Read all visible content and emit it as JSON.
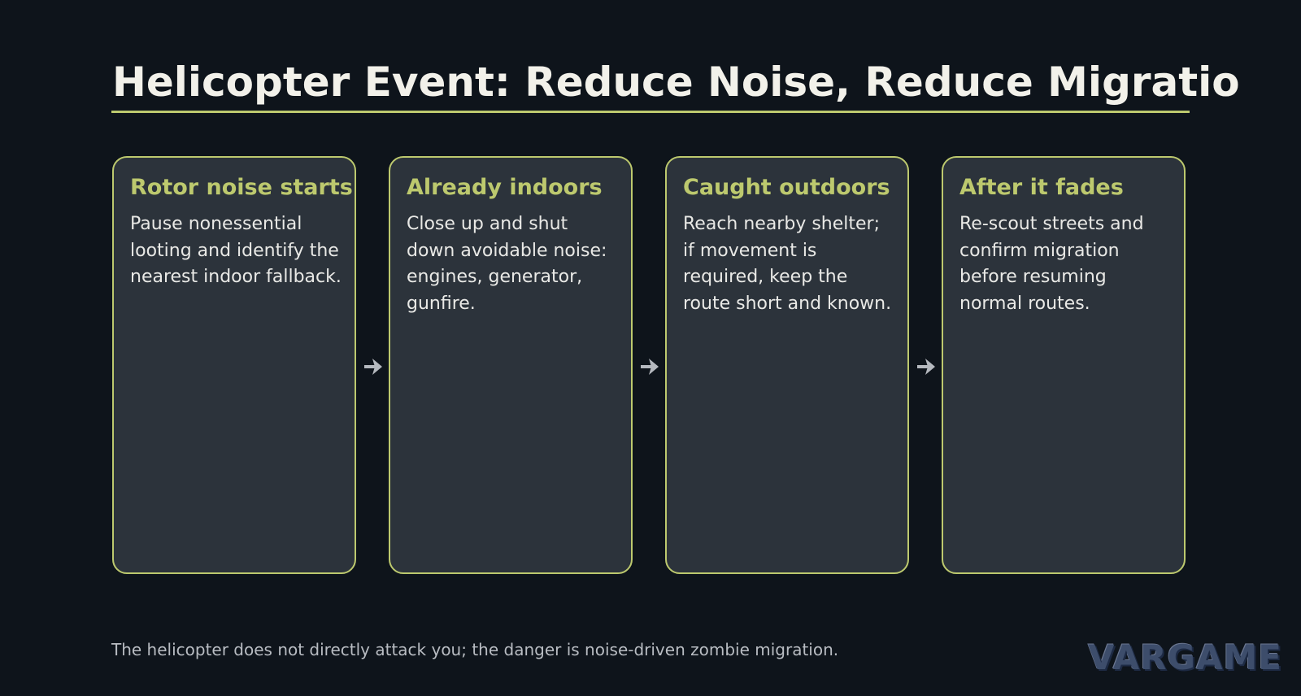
{
  "title": "Helicopter Event: Reduce Noise, Reduce Migration",
  "colors": {
    "background": "#0e141b",
    "accent": "#bdc96e",
    "card_fill": "#2c333b",
    "title_text": "#f2f1ea",
    "body_text": "#e9e9e6",
    "arrow": "#b5b9bf"
  },
  "steps": [
    {
      "title": "Rotor noise starts",
      "body": "Pause nonessential looting and identify the nearest indoor fallback."
    },
    {
      "title": "Already indoors",
      "body": "Close up and shut down avoidable noise: engines, generator, gunfire."
    },
    {
      "title": "Caught outdoors",
      "body": "Reach nearby shelter; if movement is required, keep the route short and known."
    },
    {
      "title": "After it fades",
      "body": "Re-scout streets and confirm migration before resuming normal routes."
    }
  ],
  "connector_icon": "arrow-right-icon",
  "footer_note": "The helicopter does not directly attack you; the danger is noise-driven zombie migration.",
  "logo_text": "VARGAME"
}
